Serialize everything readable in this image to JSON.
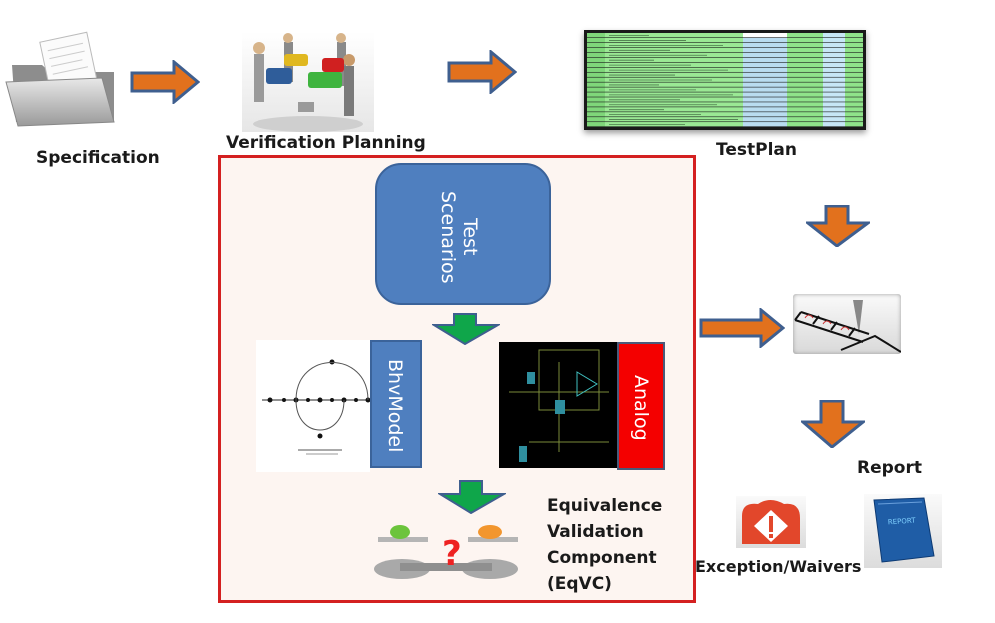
{
  "title": "Verification Flow",
  "nodes": {
    "specification": {
      "label": "Specification",
      "icon": "folder-document-icon"
    },
    "verification_planning": {
      "label": "Verification Planning",
      "icon": "team-puzzle-icon"
    },
    "testplan": {
      "label": "TestPlan",
      "icon": "spreadsheet-icon"
    },
    "test_scenarios": {
      "label_line1": "Test",
      "label_line2": "Scenarios"
    },
    "bhv_model": {
      "label": "BhvModel",
      "icon": "signal-flow-graph-icon"
    },
    "analog": {
      "label": "Analog",
      "icon": "schematic-icon"
    },
    "eqvc": {
      "line1": "Equivalence",
      "line2": "Validation",
      "line3": "Component",
      "line4": "(EqVC)",
      "icon": "balance-scale-icon"
    },
    "checklist": {
      "icon": "checklist-pen-icon"
    },
    "report": {
      "label": "Report",
      "icon": "report-book-icon"
    },
    "exceptions": {
      "label": "Exception/Waivers",
      "icon": "warning-cloud-icon"
    }
  },
  "colors": {
    "arrow_orange": "#e2711d",
    "arrow_outline": "#3f5f8f",
    "arrow_green": "#0fa64a",
    "box_blue": "#4f7fbf",
    "analog_red": "#f40000",
    "panel_border": "#d42020",
    "panel_bg": "#fdf5f1",
    "sheet_green": "#8fe38a",
    "sheet_blue": "#b9dcf0"
  }
}
